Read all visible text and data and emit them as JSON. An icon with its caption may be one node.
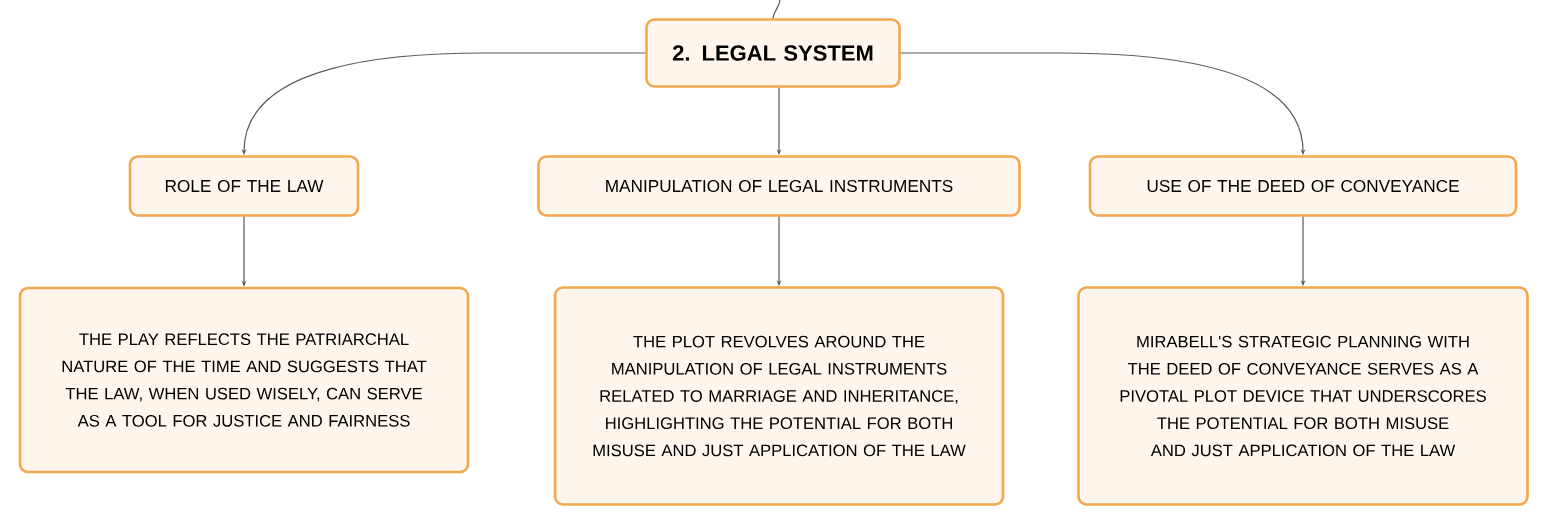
{
  "diagram": {
    "nodes": [
      {
        "text": [
          "2. LEGAL SYSTEM"
        ]
      },
      {
        "text": [
          "ROLE OF THE LAW"
        ]
      },
      {
        "text": [
          "MANIPULATION OF LEGAL INSTRUMENTS"
        ]
      },
      {
        "text": [
          "USE OF THE DEED OF CONVEYANCE"
        ]
      },
      {
        "text": [
          "THE PLAY REFLECTS THE PATRIARCHAL NATURE OF THE TIME AND SUGGESTS THAT THE LAW, WHEN USED WISELY, CAN SERVE AS A TOOL FOR JUSTICE AND FAIRNESS"
        ]
      },
      {
        "text": [
          "THE PLOT REVOLVES AROUND THE MANIPULATION OF LEGAL INSTRUMENTS RELATED TO MARRIAGE AND INHERITANCE, HIGHLIGHTING THE POTENTIAL FOR BOTH MISUSE AND JUST APPLICATION OF THE LAW"
        ]
      },
      {
        "text": [
          "MIRABELL'S STRATEGIC PLANNING WITH THE DEED OF CONVEYANCE SERVES AS A PIVOTAL PLOT DEVICE THAT UNDERSCORES THE POTENTIAL FOR BOTH MISUSE AND JUST APPLICATION OF THE LAW"
        ]
      }
    ],
    "edges": [
      {
        "from": null,
        "to": 0,
        "arrow": "none"
      },
      {
        "from": 0,
        "to": 1,
        "arrow": "to"
      },
      {
        "from": 0,
        "to": 2,
        "arrow": "to"
      },
      {
        "from": 0,
        "to": 3,
        "arrow": "to"
      },
      {
        "from": 1,
        "to": 4,
        "arrow": "to"
      },
      {
        "from": 2,
        "to": 5,
        "arrow": "to"
      },
      {
        "from": 3,
        "to": 6,
        "arrow": "to"
      }
    ]
  }
}
